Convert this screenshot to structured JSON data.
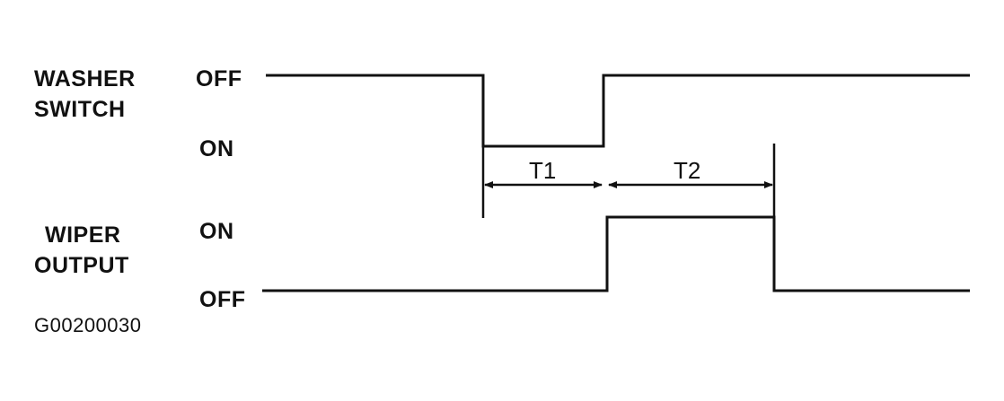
{
  "signals": {
    "washer": {
      "name_line1": "WASHER",
      "name_line2": "SWITCH",
      "state_off": "OFF",
      "state_on": "ON"
    },
    "wiper": {
      "name_line1": "WIPER",
      "name_line2": "OUTPUT",
      "state_on": "ON",
      "state_off": "OFF"
    }
  },
  "intervals": {
    "t1": "T1",
    "t2": "T2"
  },
  "figure_code": "G00200030"
}
